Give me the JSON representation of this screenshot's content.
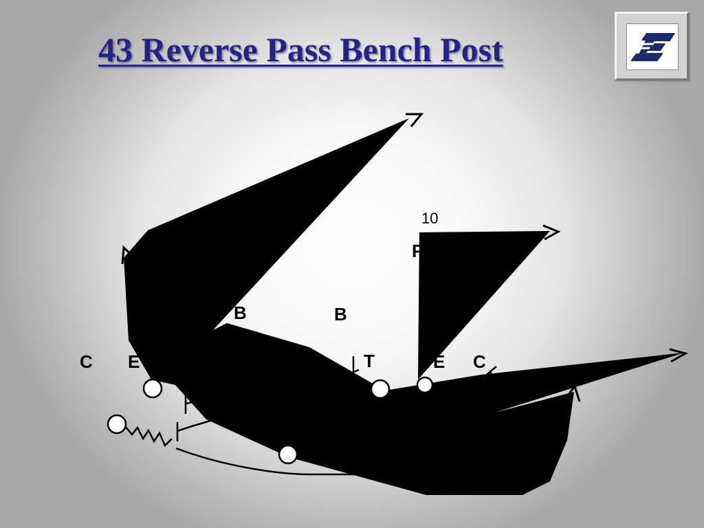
{
  "slide": {
    "title": "43 Reverse Pass Bench Post"
  },
  "logo": {
    "icon": "eastern-e-logo",
    "colors": {
      "navy": "#1c2a6e",
      "white": "#ffffff"
    }
  },
  "diagram": {
    "yard_marker": "10",
    "defense": {
      "free_left": "F",
      "free_right": "F",
      "backer_left": "B",
      "backer_right": "B",
      "corner_left": "C",
      "end_left": "E",
      "tackle": "T",
      "end_right": "E",
      "corner_right": "C"
    },
    "colors": {
      "routes": "#000000",
      "players": "#ffffff",
      "title": "#23238c"
    }
  }
}
